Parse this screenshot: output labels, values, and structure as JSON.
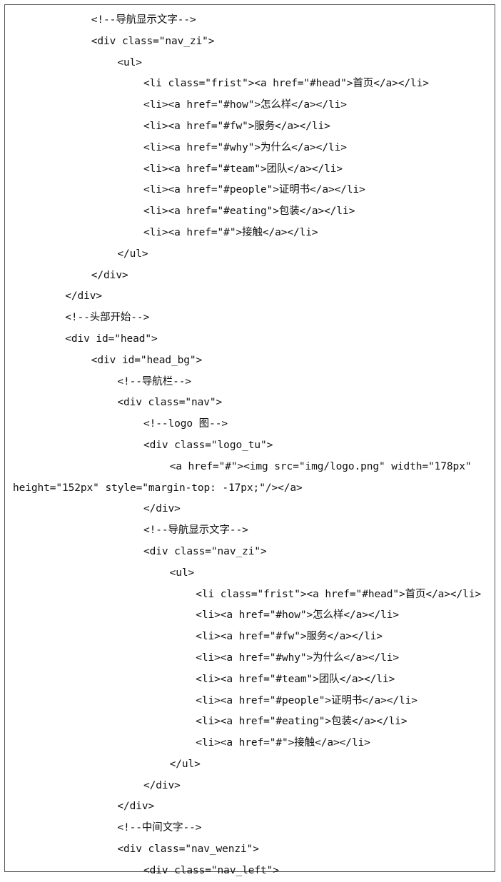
{
  "lines": [
    {
      "indent": 3,
      "text": "<!--导航显示文字-->"
    },
    {
      "indent": 3,
      "text": "<div class=\"nav_zi\">"
    },
    {
      "indent": 4,
      "text": "<ul>"
    },
    {
      "indent": 5,
      "text": "<li class=\"frist\"><a href=\"#head\">首页</a></li>"
    },
    {
      "indent": 5,
      "text": "<li><a href=\"#how\">怎么样</a></li>"
    },
    {
      "indent": 5,
      "text": "<li><a href=\"#fw\">服务</a></li>"
    },
    {
      "indent": 5,
      "text": "<li><a href=\"#why\">为什么</a></li>"
    },
    {
      "indent": 5,
      "text": "<li><a href=\"#team\">团队</a></li>"
    },
    {
      "indent": 5,
      "text": "<li><a href=\"#people\">证明书</a></li>"
    },
    {
      "indent": 5,
      "text": "<li><a href=\"#eating\">包装</a></li>"
    },
    {
      "indent": 5,
      "text": "<li><a href=\"#\">接触</a></li>"
    },
    {
      "indent": 4,
      "text": "</ul>"
    },
    {
      "indent": 3,
      "text": "</div>"
    },
    {
      "indent": 2,
      "text": "</div>"
    },
    {
      "indent": 2,
      "text": "<!--头部开始-->"
    },
    {
      "indent": 2,
      "text": "<div id=\"head\">"
    },
    {
      "indent": 3,
      "text": "<div id=\"head_bg\">"
    },
    {
      "indent": 4,
      "text": "<!--导航栏-->"
    },
    {
      "indent": 4,
      "text": "<div class=\"nav\">"
    },
    {
      "indent": 5,
      "text": "<!--logo 图-->"
    },
    {
      "indent": 5,
      "text": "<div class=\"logo_tu\">"
    },
    {
      "indent": 6,
      "text": "<a href=\"#\"><img src=\"img/logo.png\" width=\"178px\""
    },
    {
      "indent": 0,
      "text": "height=\"152px\" style=\"margin-top: -17px;\"/></a>"
    },
    {
      "indent": 5,
      "text": "</div>"
    },
    {
      "indent": 5,
      "text": "<!--导航显示文字-->"
    },
    {
      "indent": 5,
      "text": "<div class=\"nav_zi\">"
    },
    {
      "indent": 6,
      "text": "<ul>"
    },
    {
      "indent": 7,
      "text": "<li class=\"frist\"><a href=\"#head\">首页</a></li>"
    },
    {
      "indent": 7,
      "text": "<li><a href=\"#how\">怎么样</a></li>"
    },
    {
      "indent": 7,
      "text": "<li><a href=\"#fw\">服务</a></li>"
    },
    {
      "indent": 7,
      "text": "<li><a href=\"#why\">为什么</a></li>"
    },
    {
      "indent": 7,
      "text": "<li><a href=\"#team\">团队</a></li>"
    },
    {
      "indent": 7,
      "text": "<li><a href=\"#people\">证明书</a></li>"
    },
    {
      "indent": 7,
      "text": "<li><a href=\"#eating\">包装</a></li>"
    },
    {
      "indent": 7,
      "text": "<li><a href=\"#\">接触</a></li>"
    },
    {
      "indent": 6,
      "text": "</ul>"
    },
    {
      "indent": 5,
      "text": "</div>"
    },
    {
      "indent": 4,
      "text": "</div>"
    },
    {
      "indent": 4,
      "text": "<!--中间文字-->"
    },
    {
      "indent": 4,
      "text": "<div class=\"nav_wenzi\">"
    },
    {
      "indent": 5,
      "text": "<div class=\"nav_left\">"
    }
  ]
}
